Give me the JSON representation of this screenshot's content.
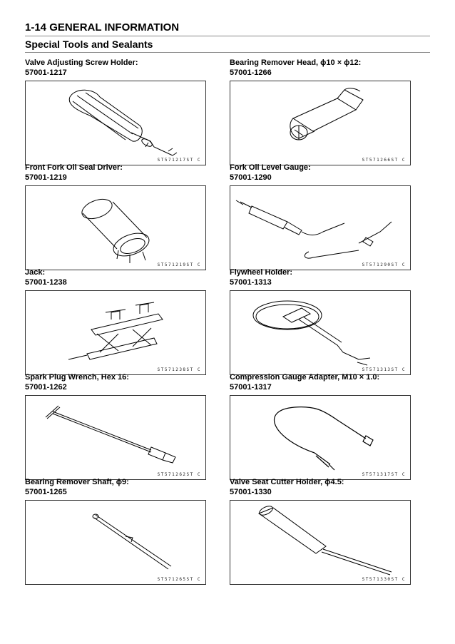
{
  "header": {
    "section": "1-14 GENERAL INFORMATION",
    "subtitle": "Special Tools and Sealants"
  },
  "tools": [
    {
      "name": "Valve Adjusting Screw Holder:",
      "number": "57001-1217",
      "code": "ST571217ST C"
    },
    {
      "name": "Bearing Remover Head, ϕ10 × ϕ12:",
      "number": "57001-1266",
      "code": "ST571266ST C"
    },
    {
      "name": "Front Fork Oil Seal Driver:",
      "number": "57001-1219",
      "code": "ST571219ST C"
    },
    {
      "name": "Fork Oil Level Gauge:",
      "number": "57001-1290",
      "code": "ST571290ST C"
    },
    {
      "name": "Jack:",
      "number": "57001-1238",
      "code": "ST571238ST C"
    },
    {
      "name": "Flywheel Holder:",
      "number": "57001-1313",
      "code": "ST571313ST C"
    },
    {
      "name": "Spark Plug Wrench, Hex 16:",
      "number": "57001-1262",
      "code": "ST571262ST C"
    },
    {
      "name": "Compression Gauge Adapter, M10 × 1.0:",
      "number": "57001-1317",
      "code": "ST571317ST C"
    },
    {
      "name": "Bearing Remover Shaft, ϕ9:",
      "number": "57001-1265",
      "code": "ST571265ST C"
    },
    {
      "name": "Valve Seat Cutter Holder, ϕ4.5:",
      "number": "57001-1330",
      "code": "ST571330ST C"
    }
  ]
}
